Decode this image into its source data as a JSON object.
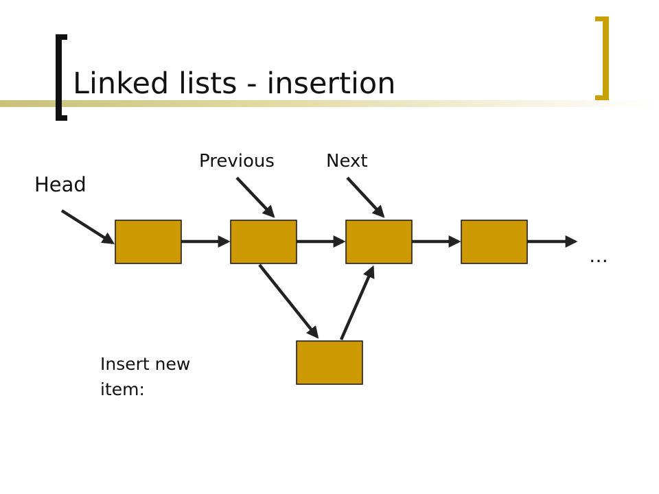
{
  "slide": {
    "title": "Linked lists - insertion",
    "labels": {
      "head": "Head",
      "previous": "Previous",
      "next": "Next",
      "ellipsis": "…",
      "insert_line1": "Insert new",
      "insert_line2": "item:"
    },
    "colors": {
      "node_fill": "#cc9900",
      "node_border": "#111111",
      "arrow": "#222222",
      "left_bracket": "#111111",
      "right_bracket": "#c9a000",
      "title_band": "#c9c07a"
    }
  }
}
